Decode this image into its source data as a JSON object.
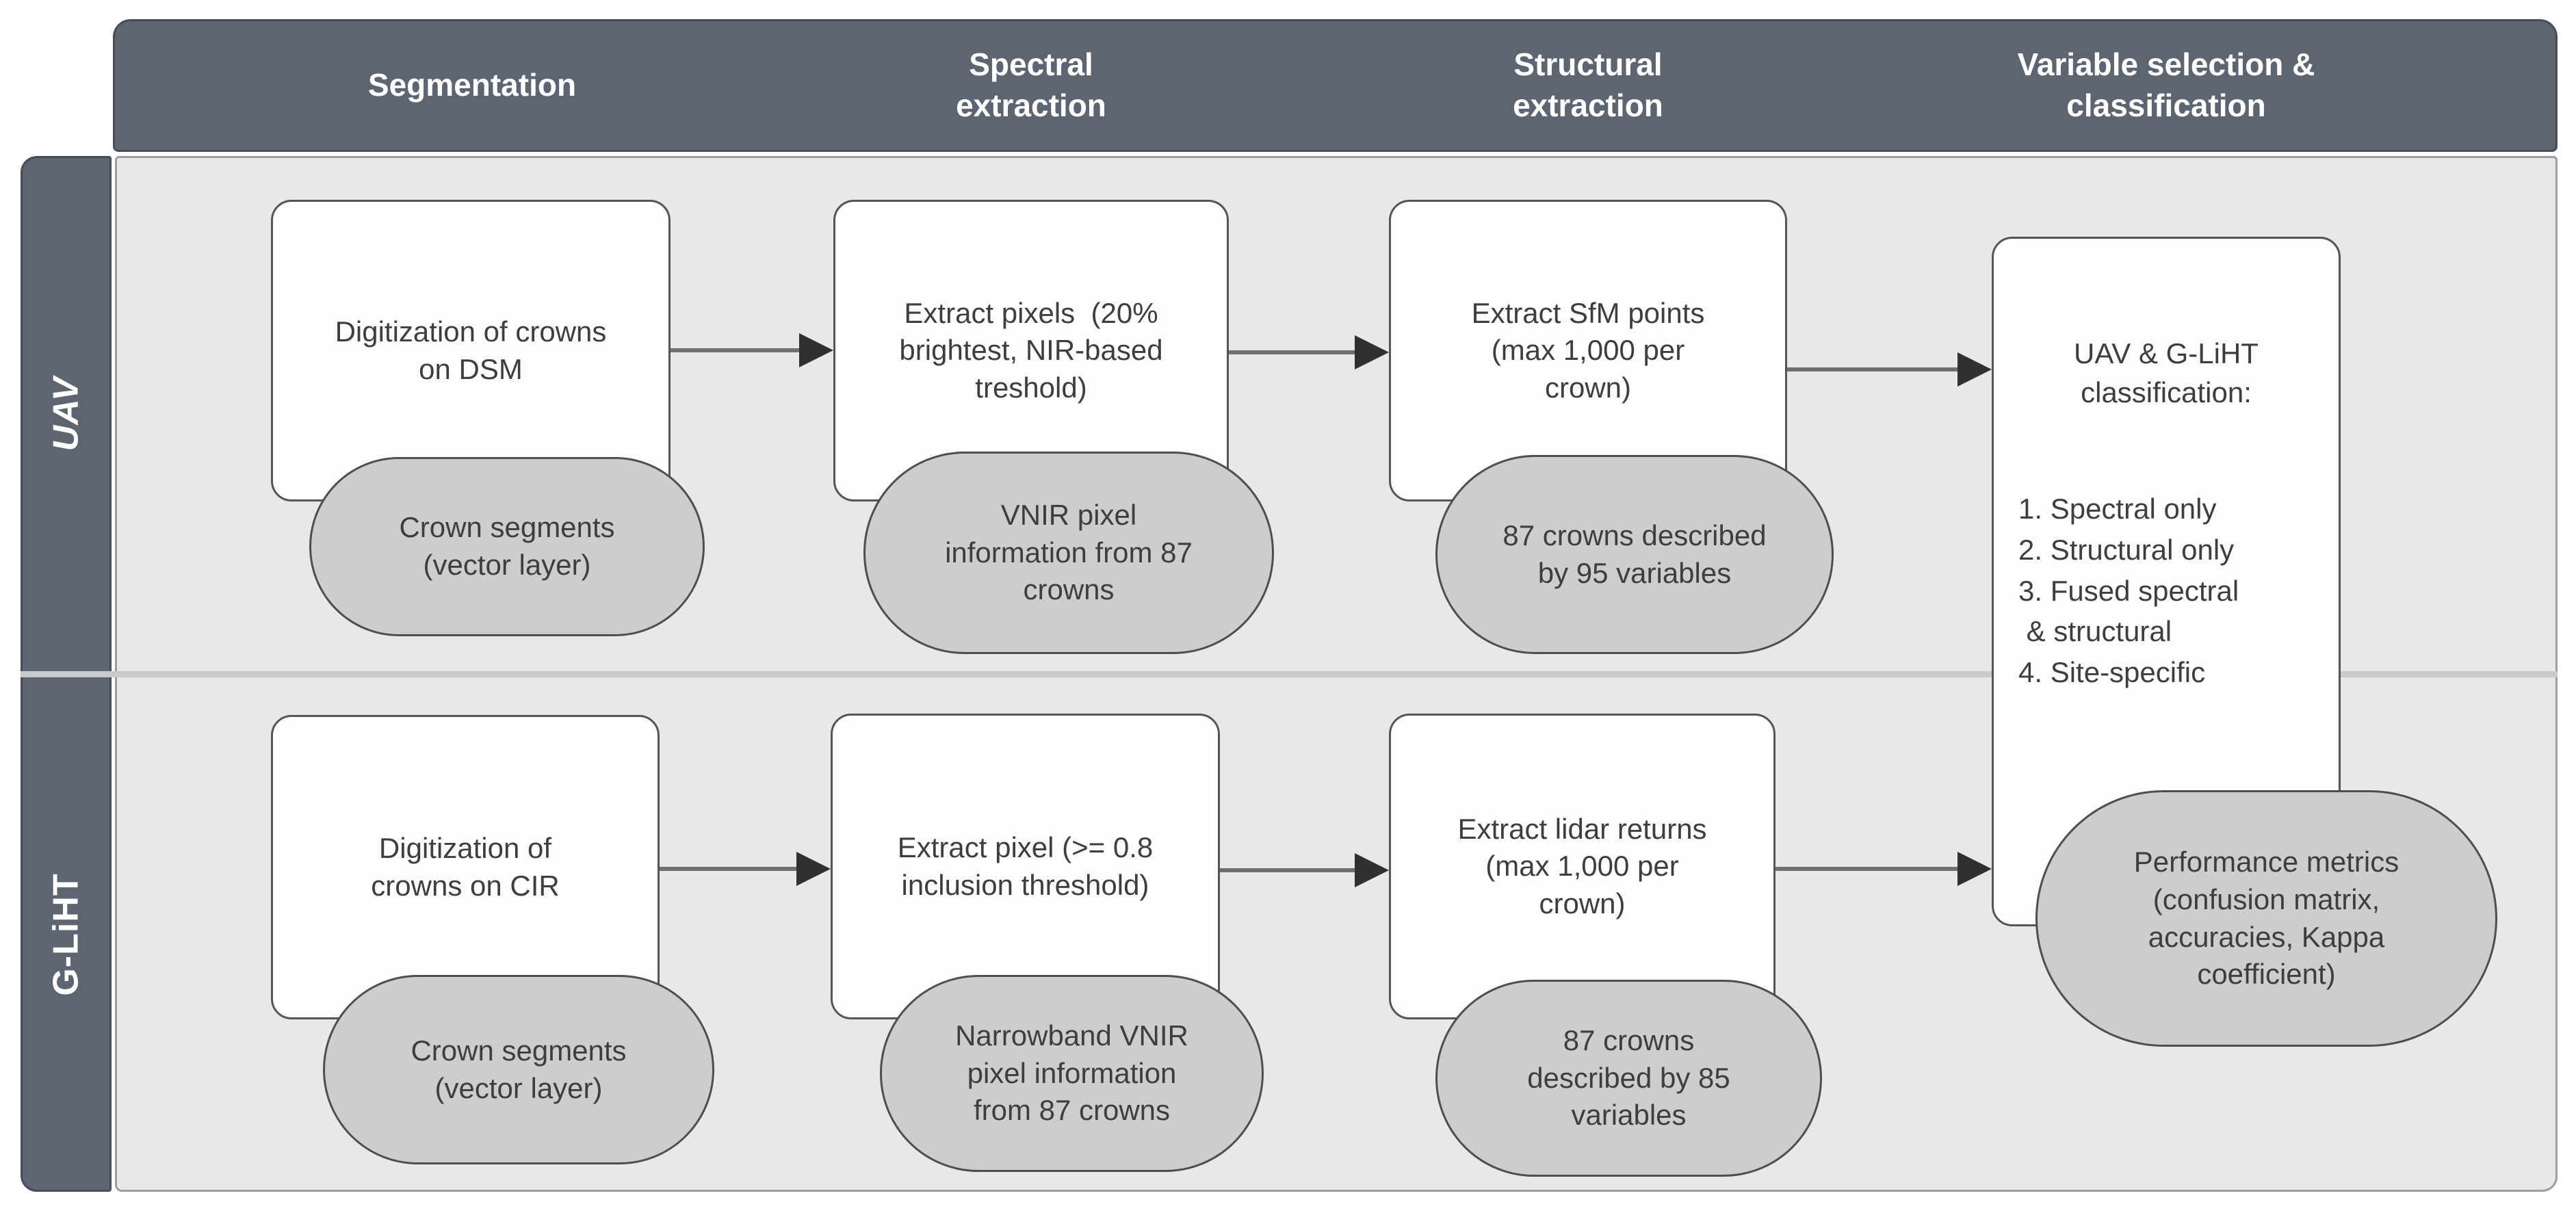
{
  "header": {
    "columns": [
      "Segmentation",
      "Spectral\nextraction",
      "Structural\nextraction",
      "Variable selection &\nclassification"
    ]
  },
  "row_labels": [
    "UAV",
    "G-LiHT"
  ],
  "uav": {
    "step1": {
      "process": "Digitization of crowns\non DSM",
      "output": "Crown segments\n(vector layer)"
    },
    "step2": {
      "process": "Extract pixels  (20%\nbrightest, NIR-based\ntreshold)",
      "output": "VNIR pixel\ninformation from 87\ncrowns"
    },
    "step3": {
      "process": "Extract SfM points\n(max 1,000 per\ncrown)",
      "output": "87 crowns described\nby 95 variables"
    }
  },
  "gliht": {
    "step1": {
      "process": "Digitization of\ncrowns on CIR",
      "output": "Crown segments\n(vector layer)"
    },
    "step2": {
      "process": "Extract pixel (>= 0.8\ninclusion threshold)",
      "output": "Narrowband VNIR\npixel information\nfrom 87 crowns"
    },
    "step3": {
      "process": "Extract lidar returns\n(max 1,000 per\ncrown)",
      "output": "87 crowns\ndescribed by 85\nvariables"
    }
  },
  "classification": {
    "title": "UAV & G-LiHT\nclassification:",
    "items": [
      "1. Spectral only",
      "2. Structural only",
      "3. Fused spectral\n & structural",
      "4. Site-specific"
    ],
    "output": "Performance metrics\n(confusion matrix,\naccuracies, Kappa\ncoefficient)"
  },
  "colors": {
    "header_bar": "#5e6572",
    "panel": "#e8e8e9",
    "process_box": "#fdfdfd",
    "output_ellipse": "#cdcdce",
    "border": "#53555a",
    "arrow_line": "#707070",
    "arrow_head": "#303030",
    "body_text": "#3e3e40",
    "header_text": "#ffffff",
    "divider": "#c8cacc"
  }
}
